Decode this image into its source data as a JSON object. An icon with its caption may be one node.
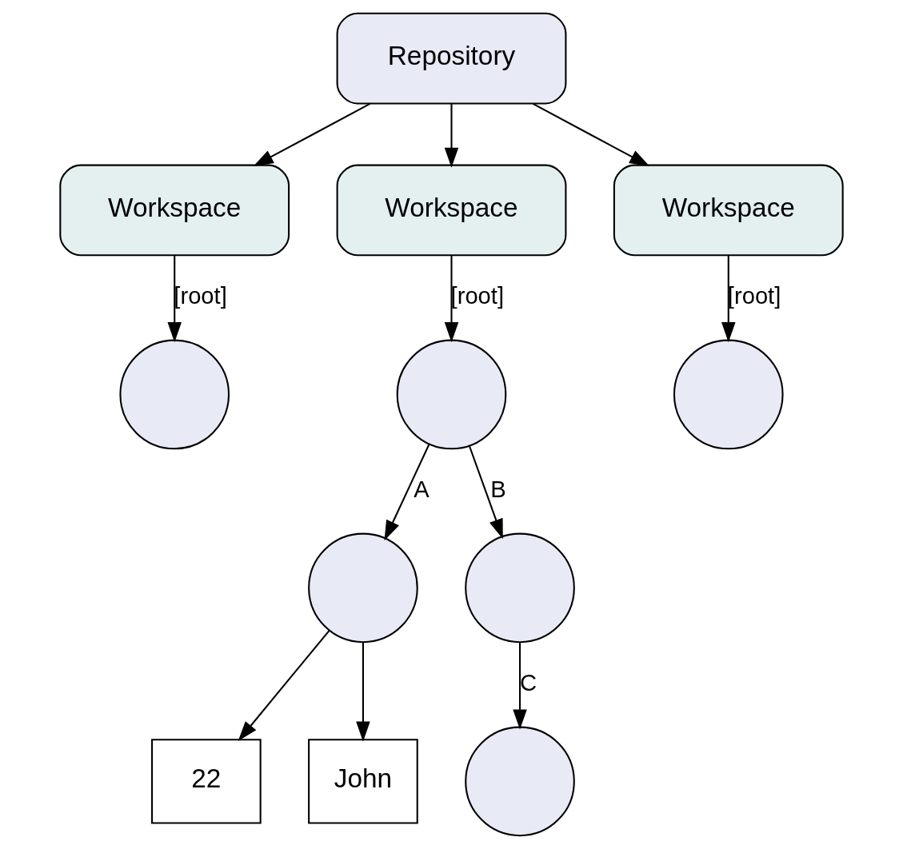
{
  "diagram": {
    "nodes": [
      {
        "text": [
          "Repository"
        ]
      },
      {
        "text": [
          "Workspace"
        ]
      },
      {
        "text": [
          "Workspace"
        ]
      },
      {
        "text": [
          "Workspace"
        ]
      },
      {
        "text": [],
        "shape": "circle"
      },
      {
        "text": [],
        "shape": "circle"
      },
      {
        "text": [],
        "shape": "circle"
      },
      {
        "text": [],
        "shape": "circle"
      },
      {
        "text": [],
        "shape": "circle"
      },
      {
        "text": [
          "22"
        ]
      },
      {
        "text": [
          "John"
        ]
      },
      {
        "text": [],
        "shape": "circle"
      }
    ],
    "edges": [
      {
        "from": 0,
        "to": 1,
        "arrow": "to"
      },
      {
        "from": 0,
        "to": 2,
        "arrow": "to"
      },
      {
        "from": 0,
        "to": 3,
        "arrow": "to"
      },
      {
        "from": 1,
        "to": 4,
        "label": "[root]",
        "arrow": "to"
      },
      {
        "from": 2,
        "to": 5,
        "label": "[root]",
        "arrow": "to"
      },
      {
        "from": 3,
        "to": 6,
        "label": "[root]",
        "arrow": "to"
      },
      {
        "from": 5,
        "to": 7,
        "label": "A",
        "arrow": "to"
      },
      {
        "from": 5,
        "to": 8,
        "label": "B",
        "arrow": "to"
      },
      {
        "from": 7,
        "to": 9,
        "arrow": "to"
      },
      {
        "from": 7,
        "to": 10,
        "arrow": "to"
      },
      {
        "from": 8,
        "to": 11,
        "label": "C",
        "arrow": "to"
      }
    ]
  }
}
